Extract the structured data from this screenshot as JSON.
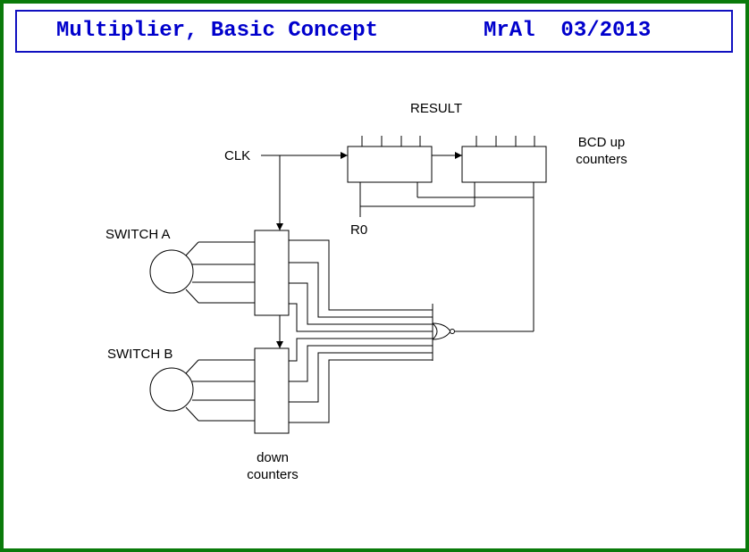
{
  "header": {
    "title": "Multiplier, Basic Concept",
    "author_date": "MrAl  03/2013"
  },
  "labels": {
    "result": "RESULT",
    "bcd_line1": "BCD up",
    "bcd_line2": "counters",
    "clk": "CLK",
    "r0": "R0",
    "switch_a": "SWITCH A",
    "switch_b": "SWITCH B",
    "down_line1": "down",
    "down_line2": "counters"
  },
  "colors": {
    "frame": "#0a7a0a",
    "title_border": "#1010c0",
    "title_text": "#0000cc",
    "wire": "#000000"
  }
}
